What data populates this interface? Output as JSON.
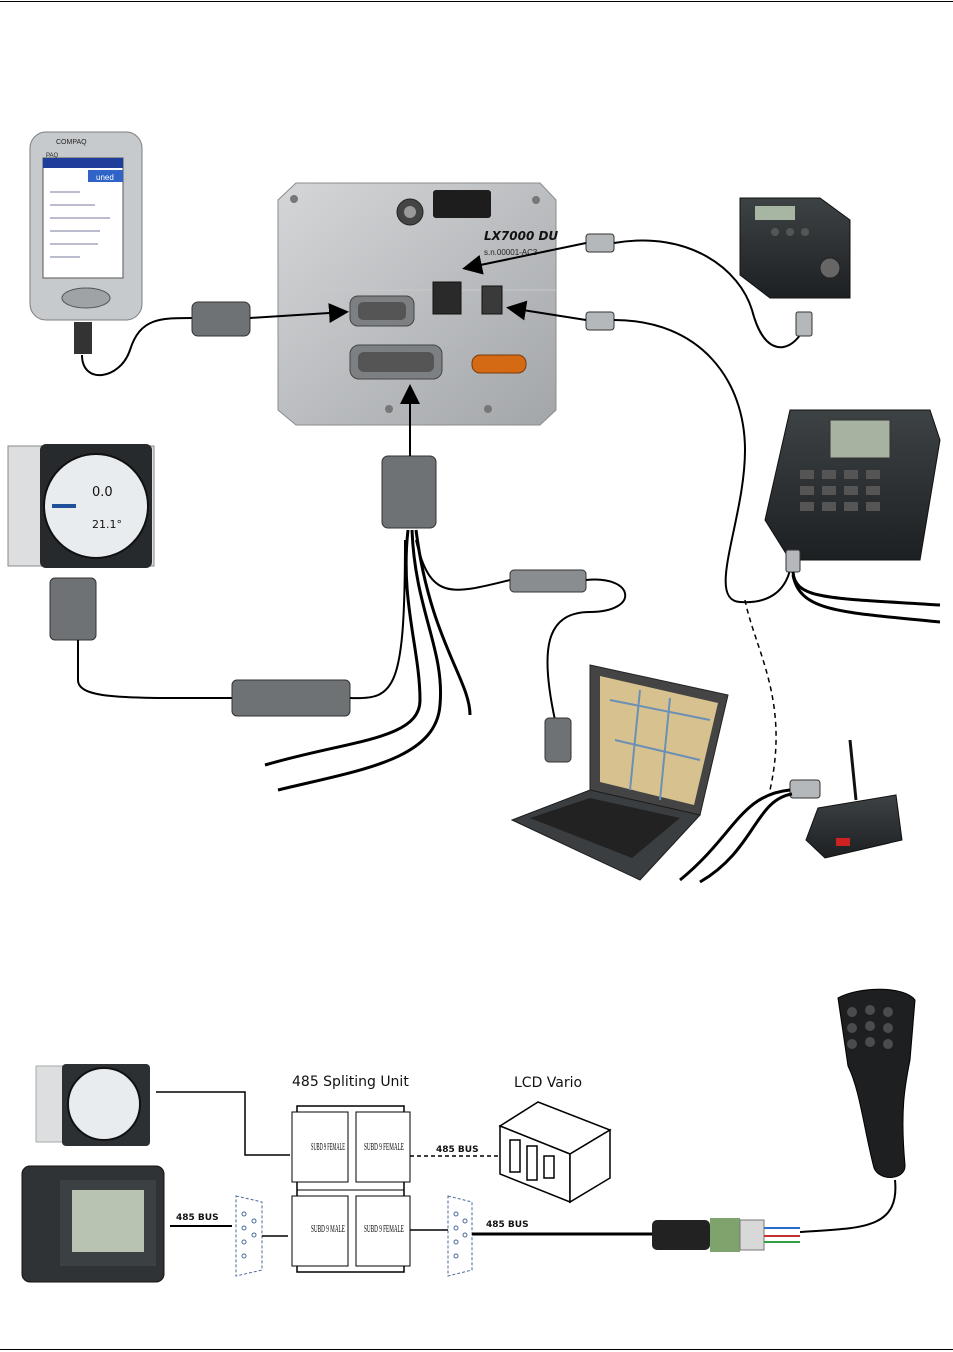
{
  "top_diagram": {
    "unit_label": "LX7000 DU",
    "unit_serial": "s.n.00001-AC3",
    "pda_brand": "COMPAQ",
    "pda_screen_title": "PAQ",
    "pda_header_text": "uned",
    "vario_readout_main": "0.0",
    "vario_readout_sub": "21.1°"
  },
  "bottom_diagram": {
    "splitting_unit_label": "485 Spliting Unit",
    "lcd_vario_label": "LCD Vario",
    "bus_label": "485 BUS",
    "port_labels": [
      "SUBD 9 FEMALE",
      "SUBD 9 FEMALE",
      "SUBD 9 MALE",
      "SUBD 9 FEMALE"
    ]
  },
  "colors": {
    "unit_body": "#b9bcbf",
    "cable": "#000000",
    "connector": "#6f7275"
  }
}
